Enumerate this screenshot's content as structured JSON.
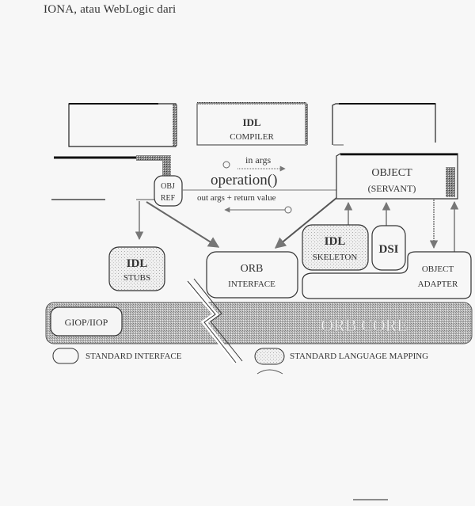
{
  "document": {
    "header_text": "IONA, atau WebLogic dari"
  },
  "diagram": {
    "top_boxes": {
      "left_box": "",
      "idl_compiler": {
        "line1": "IDL",
        "line2": "COMPILER"
      },
      "right_box": ""
    },
    "client": {
      "obj_ref": {
        "line1": "OBJ",
        "line2": "REF"
      }
    },
    "operation": {
      "in_args": "in args",
      "name": "operation()",
      "out_args": "out args + return value"
    },
    "object_servant": {
      "line1": "OBJECT",
      "line2": "(SERVANT)"
    },
    "components": {
      "idl_stubs": {
        "line1": "IDL",
        "line2": "STUBS"
      },
      "orb_interface": {
        "line1": "ORB",
        "line2": "INTERFACE"
      },
      "idl_skeleton": {
        "line1": "IDL",
        "line2": "SKELETON"
      },
      "dsi": {
        "line1": "DSI"
      },
      "object_adapter": {
        "line1": "OBJECT",
        "line2": "ADAPTER"
      }
    },
    "core": {
      "giop_iiop": "GIOP/IIOP",
      "orb_core": "ORB CORE"
    },
    "legend": {
      "standard_interface": "STANDARD INTERFACE",
      "standard_language_mapping": "STANDARD LANGUAGE MAPPING"
    }
  }
}
